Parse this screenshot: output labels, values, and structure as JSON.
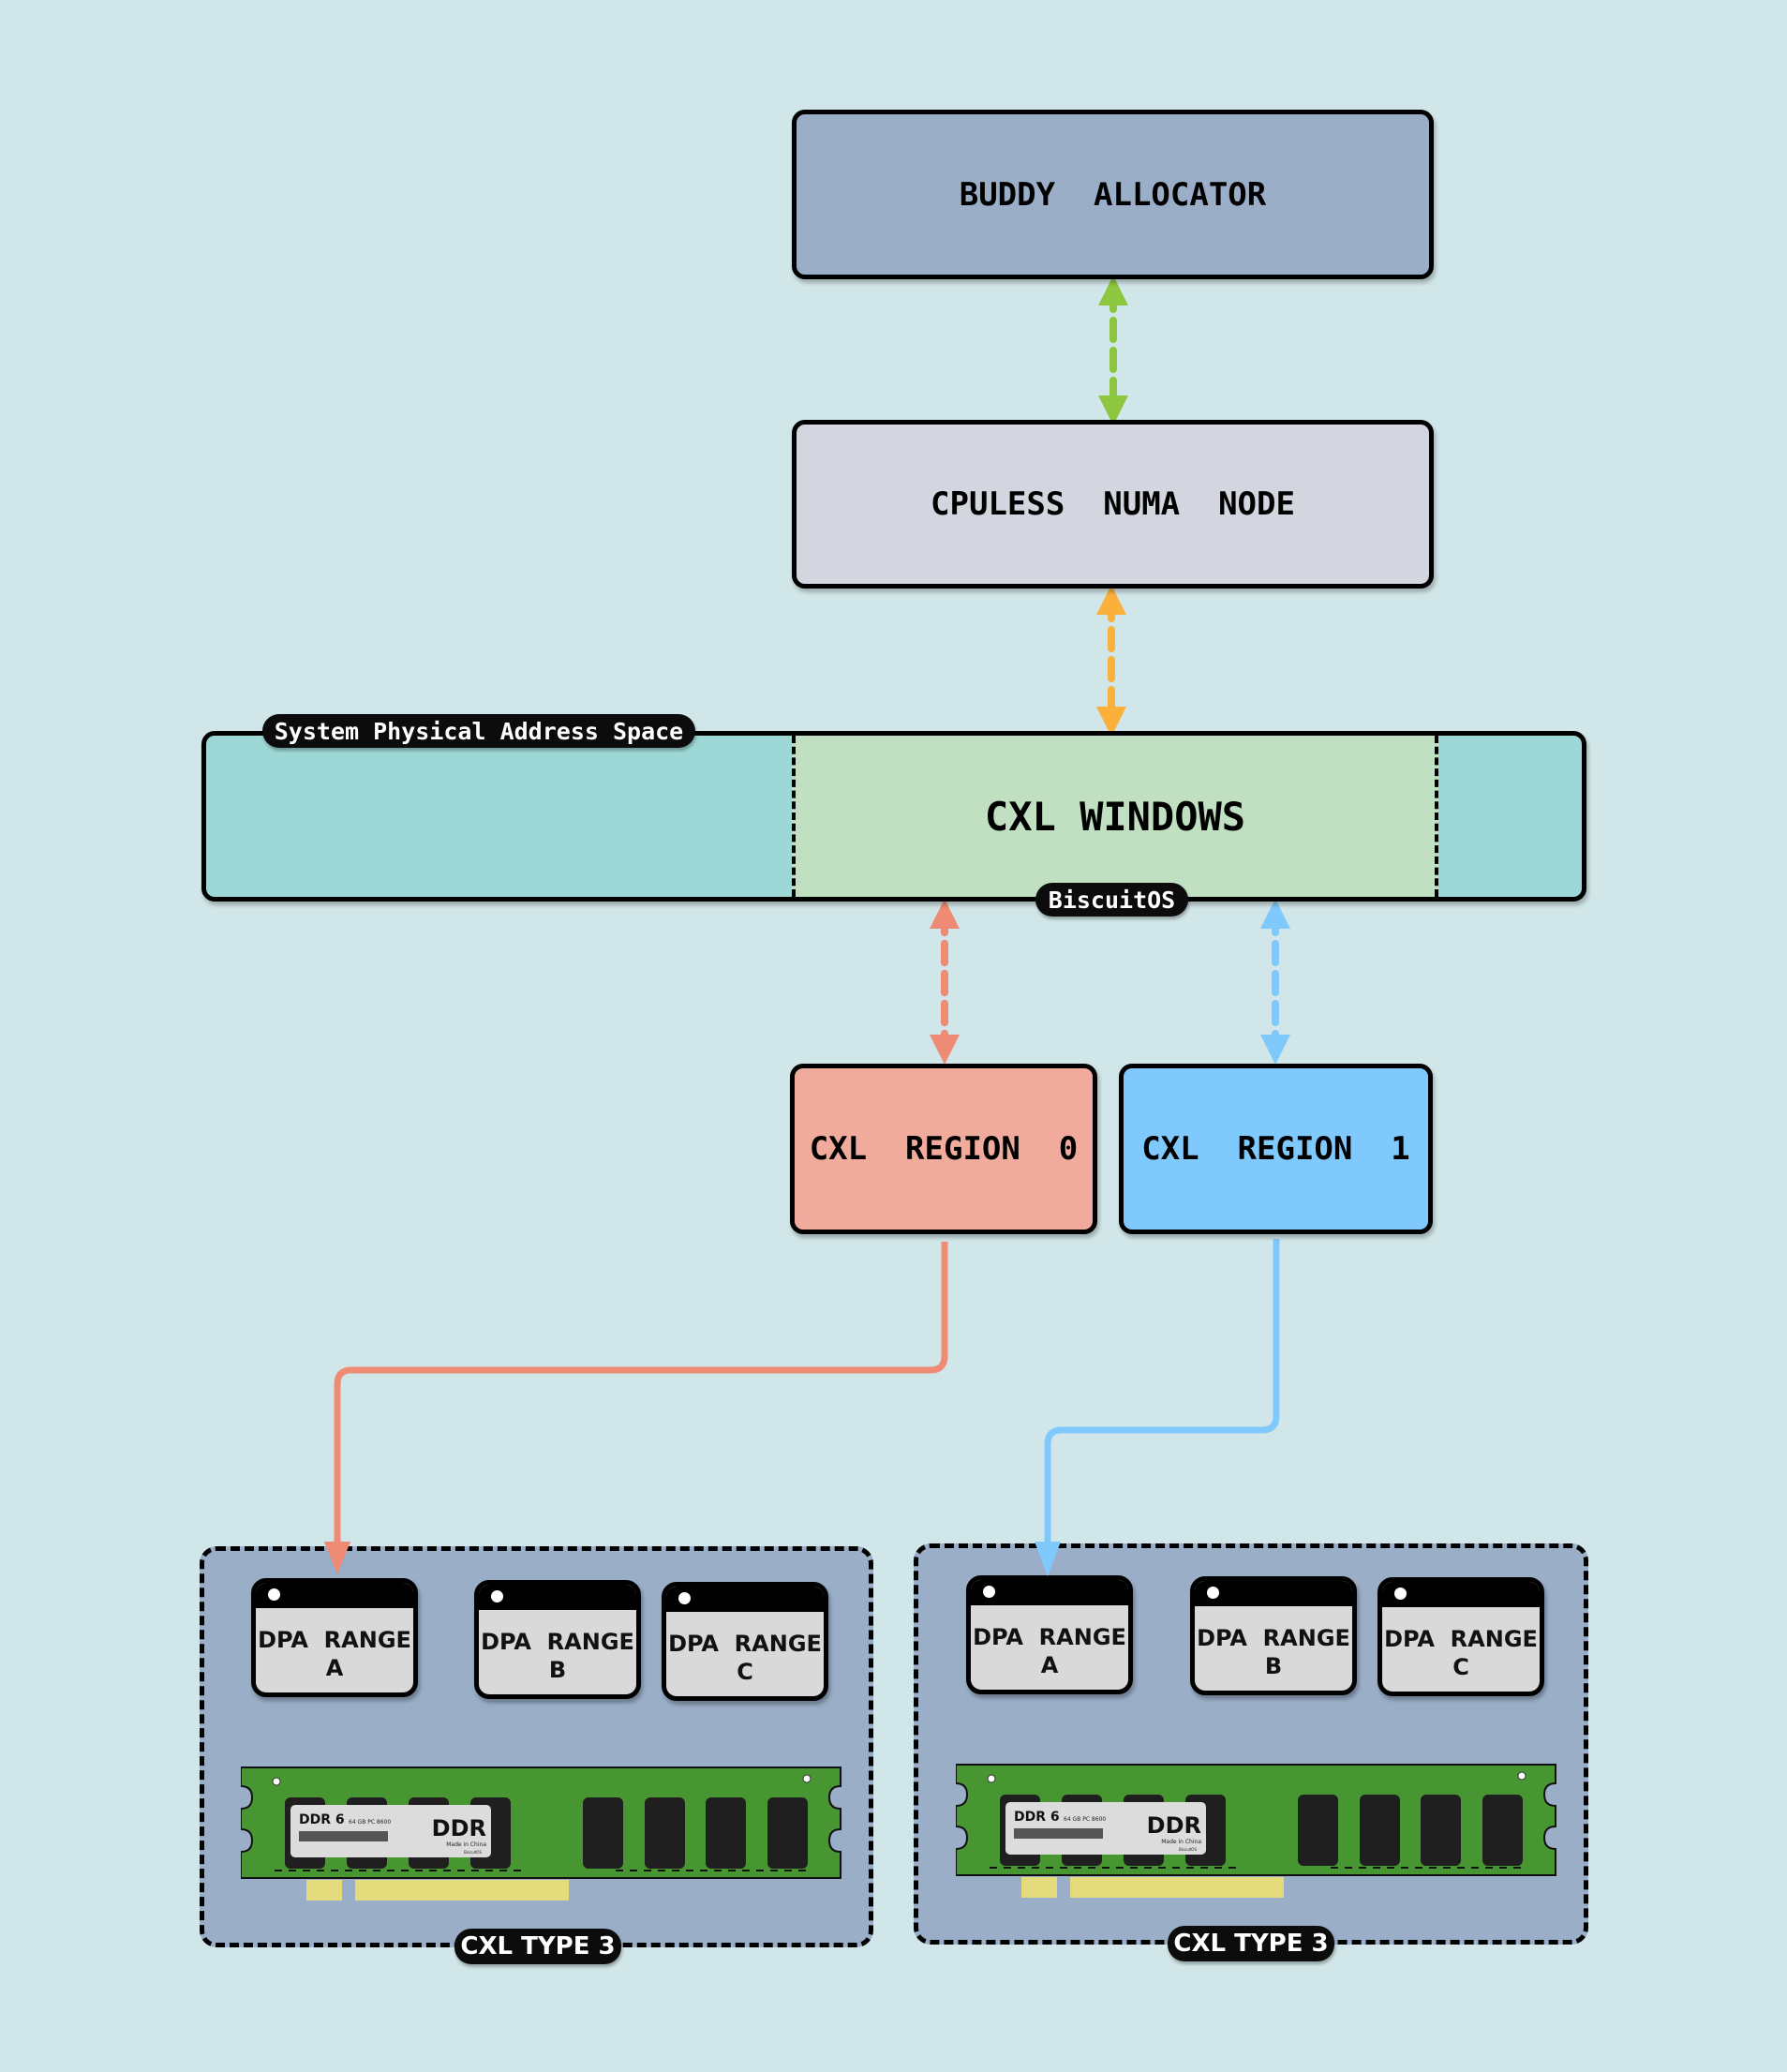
{
  "diagram": {
    "nodes": {
      "buddy_allocator": "BUDDY  ALLOCATOR",
      "cpuless_numa_node": "CPULESS  NUMA  NODE",
      "cxl_windows": "CXL WINDOWS",
      "cxl_region_0": "CXL  REGION  0",
      "cxl_region_1": "CXL  REGION  1"
    },
    "labels": {
      "system_physical_address_space": "System Physical Address Space",
      "brand": "BiscuitOS"
    },
    "devices": [
      {
        "label": "CXL  TYPE  3",
        "dpa_ranges": [
          {
            "line1": "DPA  RANGE",
            "line2": "A"
          },
          {
            "line1": "DPA  RANGE",
            "line2": "B"
          },
          {
            "line1": "DPA  RANGE",
            "line2": "C"
          }
        ],
        "memory_module": {
          "type": "DDR 6",
          "spec": "64 GB PC 8600",
          "brand": "DDR",
          "origin": "Made in China",
          "maker": "BiscuitOS"
        }
      },
      {
        "label": "CXL  TYPE  3",
        "dpa_ranges": [
          {
            "line1": "DPA  RANGE",
            "line2": "A"
          },
          {
            "line1": "DPA  RANGE",
            "line2": "B"
          },
          {
            "line1": "DPA  RANGE",
            "line2": "C"
          }
        ],
        "memory_module": {
          "type": "DDR 6",
          "spec": "64 GB PC 8600",
          "brand": "DDR",
          "origin": "Made in China",
          "maker": "BiscuitOS"
        }
      }
    ],
    "connections": [
      {
        "from": "buddy_allocator",
        "to": "cpuless_numa_node",
        "style": "dashed-bidirectional",
        "color": "#8dc63f"
      },
      {
        "from": "cpuless_numa_node",
        "to": "cxl_windows",
        "style": "dashed-bidirectional",
        "color": "#fbb03b"
      },
      {
        "from": "cxl_windows",
        "to": "cxl_region_0",
        "style": "dashed-bidirectional",
        "color": "#ef8a74"
      },
      {
        "from": "cxl_windows",
        "to": "cxl_region_1",
        "style": "dashed-bidirectional",
        "color": "#80c9fc"
      },
      {
        "from": "cxl_region_0",
        "to": "device_0_dpa_range_a",
        "style": "solid-arrow",
        "color": "#ef8a74"
      },
      {
        "from": "cxl_region_1",
        "to": "device_1_dpa_range_a",
        "style": "solid-arrow",
        "color": "#80c9fc"
      }
    ],
    "colors": {
      "background": "#d1e6e8",
      "buddy": "#9aaec8",
      "numa": "#d3d5df",
      "spa": "#9dd8d6",
      "cxl_windows": "#c0e0c1",
      "region0": "#f1ab9c",
      "region1": "#80c9fc",
      "device": "#9aaec8",
      "pcb": "#489632"
    }
  }
}
